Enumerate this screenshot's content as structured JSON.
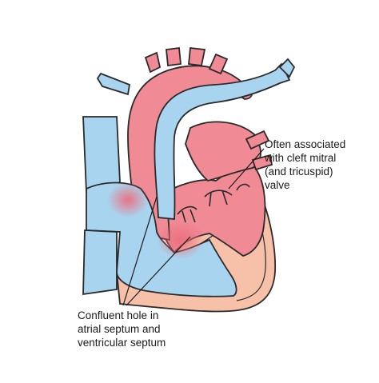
{
  "labels": {
    "cleft_valve": [
      "Often associated",
      "with cleft mitral",
      "(and tricuspid)",
      "valve"
    ],
    "confluent_hole": [
      "Confluent hole in",
      "atrial septum and",
      "ventricular septum"
    ]
  },
  "colors": {
    "background": "#ffffff",
    "oxygenated": "#f08a95",
    "oxygenated_dark": "#ec6f7e",
    "deoxygenated": "#a9d4ef",
    "muscle": "#f6c1a8",
    "outline": "#2a2a2a"
  }
}
